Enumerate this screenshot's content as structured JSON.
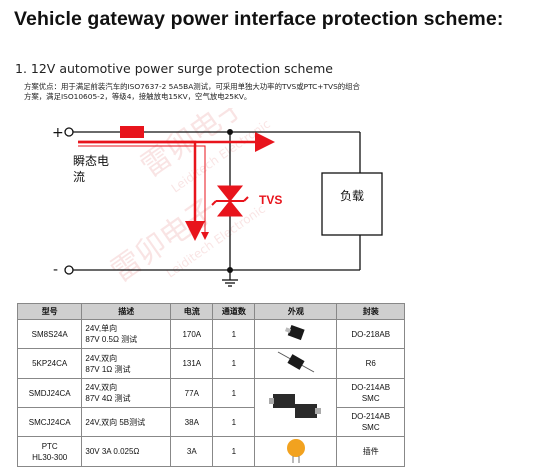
{
  "title": "Vehicle gateway power interface protection scheme:",
  "section": "1. 12V automotive power surge protection scheme",
  "advantage_line1": "方案优点：用于满足前装汽车的ISO7637-2 5A5BA测试，可采用单独大功率的TVS或PTC+TVS的组合",
  "advantage_line2": "方案，满足ISO10605-2，等级4，接触放电15KV，空气放电25KV。",
  "diagram": {
    "plus_label": "+",
    "minus_label": "-",
    "surge_label_line1": "瞬态电",
    "surge_label_line2": "流",
    "tvs_label": "TVS",
    "load_label": "负载",
    "watermark_cn": "雷卯电子",
    "watermark_en": "Leiditech Electronic",
    "accent_color": "#e8141c"
  },
  "table": {
    "headers": [
      "型号",
      "描述",
      "电流",
      "通道数",
      "外观",
      "封装"
    ],
    "rows": [
      {
        "model": "SM8S24A",
        "desc1": "24V,单向",
        "desc2": "87V 0.5Ω 测试",
        "current": "170A",
        "channels": "1",
        "package": "DO-218AB",
        "package2": ""
      },
      {
        "model": "5KP24CA",
        "desc1": "24V,双向",
        "desc2": "87V 1Ω 测试",
        "current": "131A",
        "channels": "1",
        "package": "R6",
        "package2": ""
      },
      {
        "model": "SMDJ24CA",
        "desc1": "24V,双向",
        "desc2": "87V 4Ω 测试",
        "current": "77A",
        "channels": "1",
        "package": "DO-214AB",
        "package2": "SMC"
      },
      {
        "model": "SMCJ24CA",
        "desc1": "24V,双向 5B测试",
        "desc2": "",
        "current": "38A",
        "channels": "1",
        "package": "DO-214AB",
        "package2": "SMC"
      },
      {
        "model": "PTC",
        "model2": "HL30-300",
        "desc1": "30V 3A 0.025Ω",
        "desc2": "",
        "current": "3A",
        "channels": "1",
        "package": "插件",
        "package2": ""
      }
    ]
  }
}
